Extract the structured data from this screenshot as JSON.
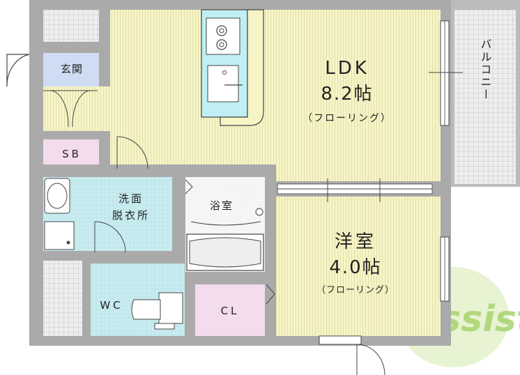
{
  "rooms": {
    "ldk": {
      "name": "LDK",
      "size": "8.2帖",
      "floor": "（フローリング）"
    },
    "western": {
      "name": "洋室",
      "size": "4.0帖",
      "floor": "（フローリング）"
    },
    "entrance": {
      "name": "玄関"
    },
    "shoe_box": {
      "name": "SB"
    },
    "washroom": {
      "line1": "洗面",
      "line2": "脱衣所"
    },
    "bath": {
      "name": "浴室"
    },
    "toilet": {
      "name": "WC"
    },
    "closet": {
      "name": "CL"
    },
    "balcony": {
      "name": "バルコニー"
    }
  },
  "watermark": {
    "text": "Assist"
  },
  "colors": {
    "wall": "#aaaaaa",
    "floor_wood": "#f7f5c8",
    "tile_blue": "#c8ecf0",
    "entrance_blue": "#cfdcf3",
    "storage_pink": "#f3dcee",
    "watermark_green": "#8cc63f"
  }
}
